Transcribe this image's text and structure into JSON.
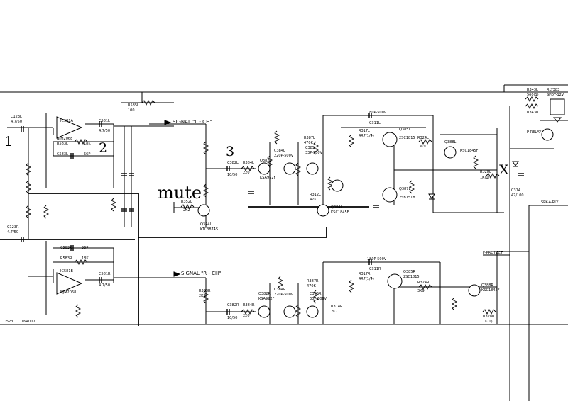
{
  "annotations": {
    "mark_1": "1",
    "mark_2": "2",
    "mark_3": "3",
    "mark_mute": "mute",
    "mark_x": "X"
  },
  "signals": {
    "left": "SIGNAL \"L - CH\"",
    "right": "SIGNAL \"R - CH\""
  },
  "opamp_upper": {
    "ref": "IC581A",
    "part": "NJM2068",
    "r_feedback": "R583L",
    "r_value": "18K",
    "c_comp": "C583L",
    "c_value": "56P",
    "c_in_ref": "C123L",
    "c_in_value": "4.7/50",
    "c_out_ref": "C581L",
    "c_out_value": "4.7/50"
  },
  "opamp_lower": {
    "ref": "IC581B",
    "part": "NJM2068",
    "r_feedback": "R583R",
    "r_value": "18K",
    "c_comp": "C583R",
    "c_value": "56P",
    "c_in_ref": "C123R",
    "c_in_value": "4.7/50",
    "c_out_ref": "C581R",
    "c_out_value": "4.7/50"
  },
  "upper_parts": {
    "r585l": "R585L",
    "r585l_val": "100",
    "c382l": "C382L",
    "c382l_val": "10/50",
    "r384l": "R384L",
    "r384l_val": "220",
    "q382l": "Q382L",
    "q382l_part": "KSA992F",
    "c384l": "C384L",
    "c384l_val": "220P-500V",
    "r387l": "R387L",
    "r387l_val": "470K",
    "c385l": "C385L",
    "c385l_val": "33P-500V",
    "r312l": "R312L",
    "r312l_val": "47K",
    "q384l": "Q384L",
    "q384l_part": "KSC1845F",
    "r317l": "R317L",
    "r317l_val": "4R7(1/4)",
    "c311l": "C311L",
    "c_top": "180P-500V",
    "q385l": "Q385L",
    "q385l_part": "2SC1815",
    "q387l": "Q387L",
    "q387l_part": "2SB1518",
    "r324l": "R324L",
    "r324l_val": "3K9",
    "q388l": "Q388L",
    "q388l_part": "KSC1845F",
    "r328l": "R328L",
    "r328l_val": "1K(1)",
    "r352l": "R352L",
    "r352l_val": "2K2",
    "q374l": "Q374L",
    "q374l_part": "KTC3874S"
  },
  "lower_parts": {
    "c382r": "C382R",
    "c382r_val": "10/50",
    "r384r": "R384R",
    "r384r_val": "220",
    "q382r": "Q382R",
    "q382r_part": "KSA992F",
    "c384r": "C384R",
    "c384r_val": "220P-500V",
    "r387r": "R387R",
    "r387r_val": "470K",
    "c385r": "C385R",
    "c385r_val": "33P-500V",
    "r314r": "R314R",
    "r314r_val": "2K7",
    "r317r": "R317R",
    "r317r_val": "4R7(1/4)",
    "c311r": "C311R",
    "c_top": "180P-500V",
    "q385r": "Q385R",
    "q385r_part": "2SC1815",
    "r324r": "R324R",
    "r324r_val": "3K9",
    "q388r": "Q388R",
    "q388r_part": "KSC1845F",
    "r328r": "R328R",
    "r328r_val": "1K(1)",
    "r383r": "R383R",
    "r383r_val": "2K2"
  },
  "right_block": {
    "r343l": "R343L",
    "r343l_val": "560(1)",
    "r343r": "R343R",
    "rly": "RLY383",
    "rly_part": "SPDT-12V",
    "p_relay": "P-RELAY",
    "p_protect": "P-PROTECT",
    "spk_relay": "SPK-A-RLY",
    "c314": "C314",
    "c314_val": "47/100"
  },
  "footer": {
    "ref": "D523",
    "part": "1N4007"
  }
}
